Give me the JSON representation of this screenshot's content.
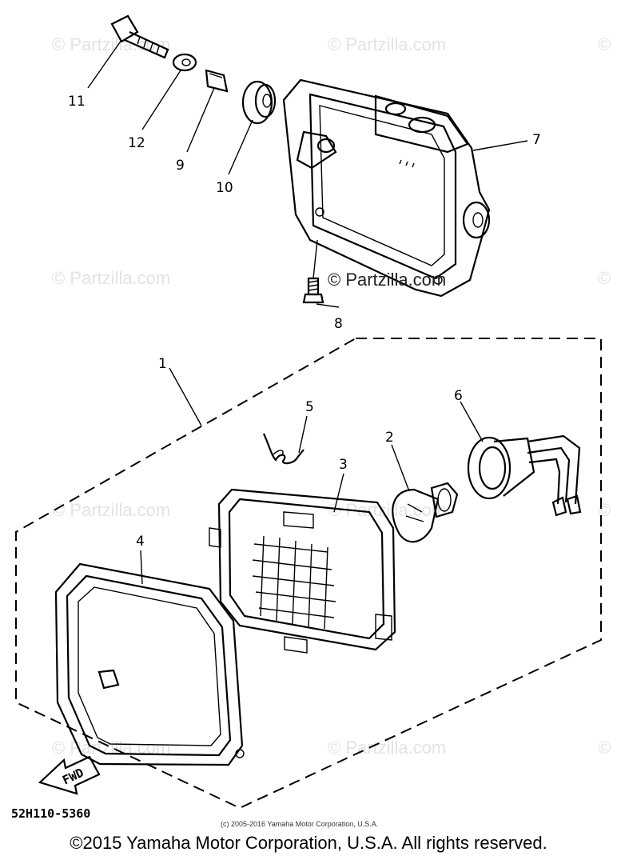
{
  "watermarks": {
    "text": "© Partzilla.com",
    "symbol": "©"
  },
  "callouts": {
    "c1": "1",
    "c2": "2",
    "c3": "3",
    "c4": "4",
    "c5": "5",
    "c6": "6",
    "c7": "7",
    "c8": "8",
    "c9": "9",
    "c10": "10",
    "c11": "11",
    "c12": "12"
  },
  "fwd_label": "FWD",
  "diagram_code": "52H110-5360",
  "small_copyright": "(c) 2005-2016 Yamaha Motor Corporation, U.S.A.",
  "footer_copyright": "©2015 Yamaha Motor Corporation, U.S.A. All rights reserved."
}
